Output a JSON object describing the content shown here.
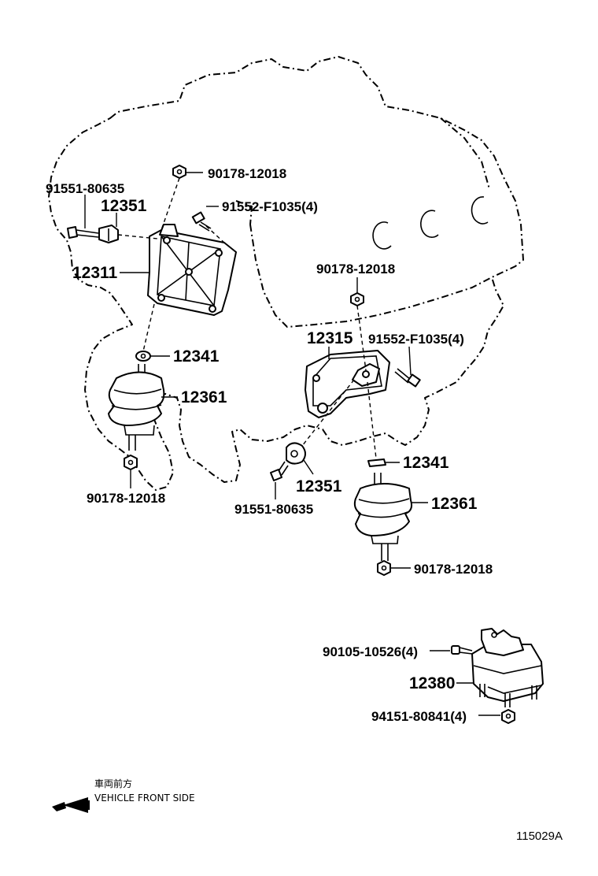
{
  "labels": {
    "p90178_top": "90178-12018",
    "p91551_left": "91551-80635",
    "p12351_left": "12351",
    "p91552_left": "91552-F1035(4)",
    "p12311": "12311",
    "p12341_left": "12341",
    "p12361_left": "12361",
    "p90178_left_bottom": "90178-12018",
    "p90178_mid": "90178-12018",
    "p12315": "12315",
    "p91552_right": "91552-F1035(4)",
    "p12341_right": "12341",
    "p12351_right": "12351",
    "p91551_right": "91551-80635",
    "p12361_right": "12361",
    "p90178_right_bottom": "90178-12018",
    "p90105": "90105-10526(4)",
    "p12380": "12380",
    "p94151": "94151-80841(4)"
  },
  "front_note": {
    "japanese": "車両前方",
    "english": "VEHICLE FRONT SIDE"
  },
  "drawing_code": "115029A"
}
